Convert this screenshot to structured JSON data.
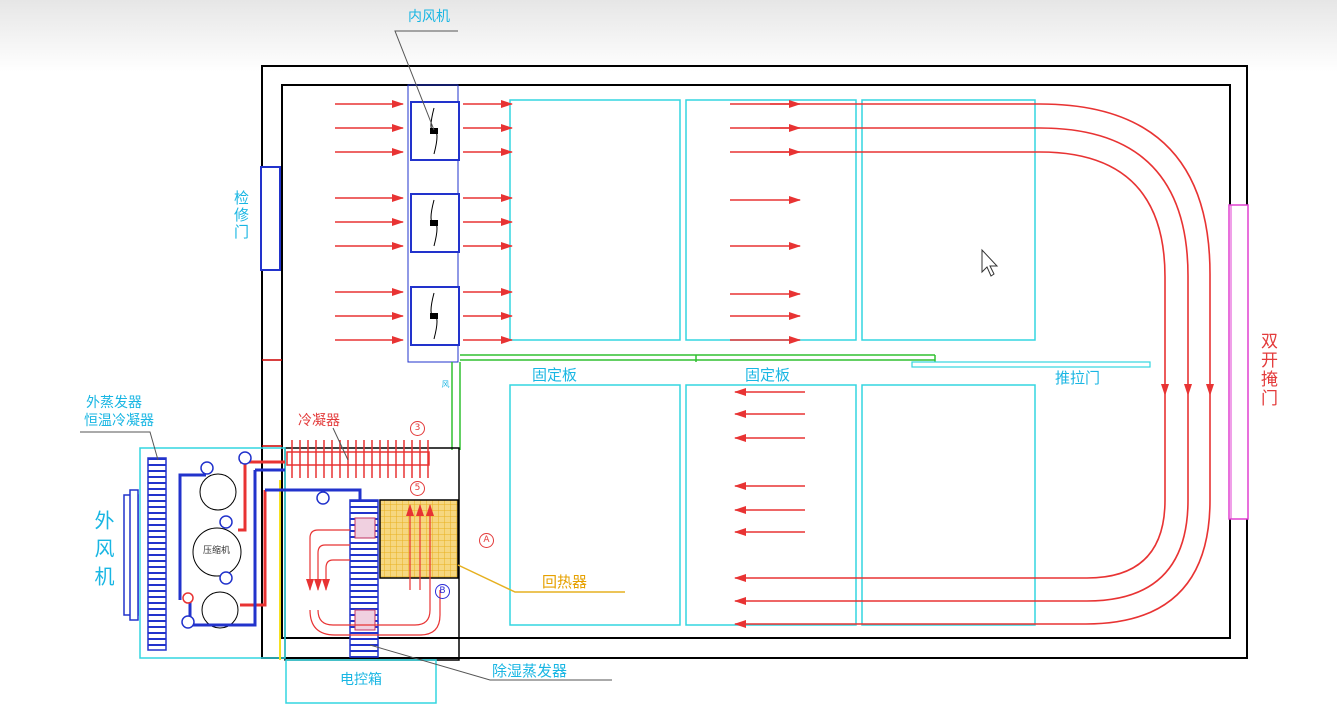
{
  "labels": {
    "inner_fan": "内风机",
    "inspection_door": "检修门",
    "outer_evaporator": "外蒸发器",
    "thermostatic_condenser": "恒温冷凝器",
    "outer_fan": "外风机",
    "condenser": "冷凝器",
    "fixed_plate_1": "固定板",
    "fixed_plate_2": "固定板",
    "sliding_door": "推拉门",
    "double_door": "双开掩门",
    "heat_recovery": "回热器",
    "dehumid_evaporator": "除湿蒸发器",
    "control_box": "电控箱",
    "compressor": "压缩机",
    "duct_text": "风"
  },
  "markers": {
    "m1": "3",
    "m2": "5",
    "m3": "A",
    "m4": "B"
  },
  "colors": {
    "structure": "#000000",
    "panel": "#33d6e0",
    "airflow": "#e83333",
    "pipe_blue": "#2233cc",
    "coil_orange": "#e8b020",
    "partition_green": "#30c030",
    "door_magenta": "#e040d0"
  }
}
